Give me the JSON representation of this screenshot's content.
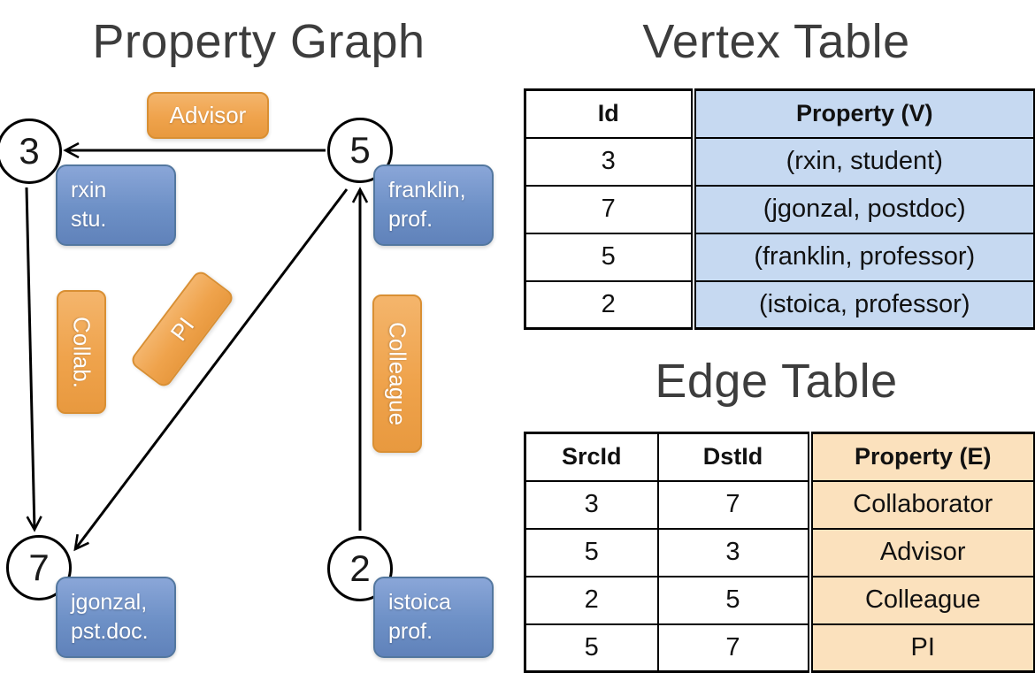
{
  "graph": {
    "title": "Property Graph",
    "nodes": [
      {
        "id": "3",
        "label": "3"
      },
      {
        "id": "5",
        "label": "5"
      },
      {
        "id": "7",
        "label": "7"
      },
      {
        "id": "2",
        "label": "2"
      }
    ],
    "vertex_boxes": [
      {
        "node": "3",
        "lines": [
          "rxin",
          "stu."
        ]
      },
      {
        "node": "5",
        "lines": [
          "franklin,",
          "prof."
        ]
      },
      {
        "node": "7",
        "lines": [
          "jgonzal,",
          "pst.doc."
        ]
      },
      {
        "node": "2",
        "lines": [
          "istoica",
          "prof."
        ]
      }
    ],
    "edges": [
      {
        "src": "5",
        "dst": "3",
        "label": "Advisor"
      },
      {
        "src": "3",
        "dst": "7",
        "label": "Collab."
      },
      {
        "src": "5",
        "dst": "7",
        "label": "PI"
      },
      {
        "src": "2",
        "dst": "5",
        "label": "Colleague"
      }
    ]
  },
  "vertex_table": {
    "title": "Vertex Table",
    "headers": [
      "Id",
      "Property (V)"
    ],
    "rows": [
      [
        "3",
        "(rxin, student)"
      ],
      [
        "7",
        "(jgonzal, postdoc)"
      ],
      [
        "5",
        "(franklin, professor)"
      ],
      [
        "2",
        "(istoica, professor)"
      ]
    ]
  },
  "edge_table": {
    "title": "Edge Table",
    "headers": [
      "SrcId",
      "DstId",
      "Property (E)"
    ],
    "rows": [
      [
        "3",
        "7",
        "Collaborator"
      ],
      [
        "5",
        "3",
        "Advisor"
      ],
      [
        "2",
        "5",
        "Colleague"
      ],
      [
        "5",
        "7",
        "PI"
      ]
    ]
  },
  "colors": {
    "vertex_box_blue": "#6d90c6",
    "edge_box_orange": "#efa34c",
    "vertex_cell_bg": "#c6d9f1",
    "edge_cell_bg": "#fbe1bd",
    "title_text": "#3d3d3d"
  }
}
